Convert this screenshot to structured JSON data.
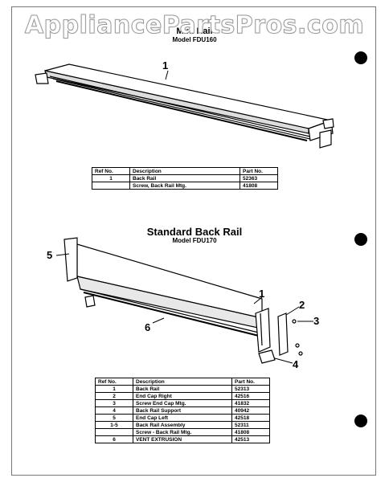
{
  "watermark": "AppliancePartsPros.com",
  "section1": {
    "title": "Mini Rail",
    "model": "Model FDU160",
    "callout": "1",
    "headers": [
      "Ref No.",
      "Description",
      "Part No."
    ],
    "rows": [
      {
        "ref": "1",
        "desc": "Back Rail",
        "part": "52363"
      },
      {
        "ref": "",
        "desc": "Screw, Back Rail Mtg.",
        "part": "41808"
      }
    ]
  },
  "section2": {
    "title": "Standard Back Rail",
    "model": "Model FDU170",
    "callouts": [
      "1",
      "2",
      "3",
      "4",
      "5",
      "6"
    ],
    "headers": [
      "Ref No.",
      "Description",
      "Part No."
    ],
    "rows": [
      {
        "ref": "1",
        "desc": "Back Rail",
        "part": "52313"
      },
      {
        "ref": "2",
        "desc": "End Cap Right",
        "part": "42516"
      },
      {
        "ref": "3",
        "desc": "Screw End Cap Mtg.",
        "part": "41832"
      },
      {
        "ref": "4",
        "desc": "Back Rail Support",
        "part": "40942"
      },
      {
        "ref": "5",
        "desc": "End Cap Left",
        "part": "42518"
      },
      {
        "ref": "1-5",
        "desc": "Back Rail Assembly",
        "part": "52311"
      },
      {
        "ref": "",
        "desc": "Screw - Back Rail Mtg.",
        "part": "41808"
      },
      {
        "ref": "6",
        "desc": "VENT EXTRUSION",
        "part": "42513"
      }
    ]
  }
}
